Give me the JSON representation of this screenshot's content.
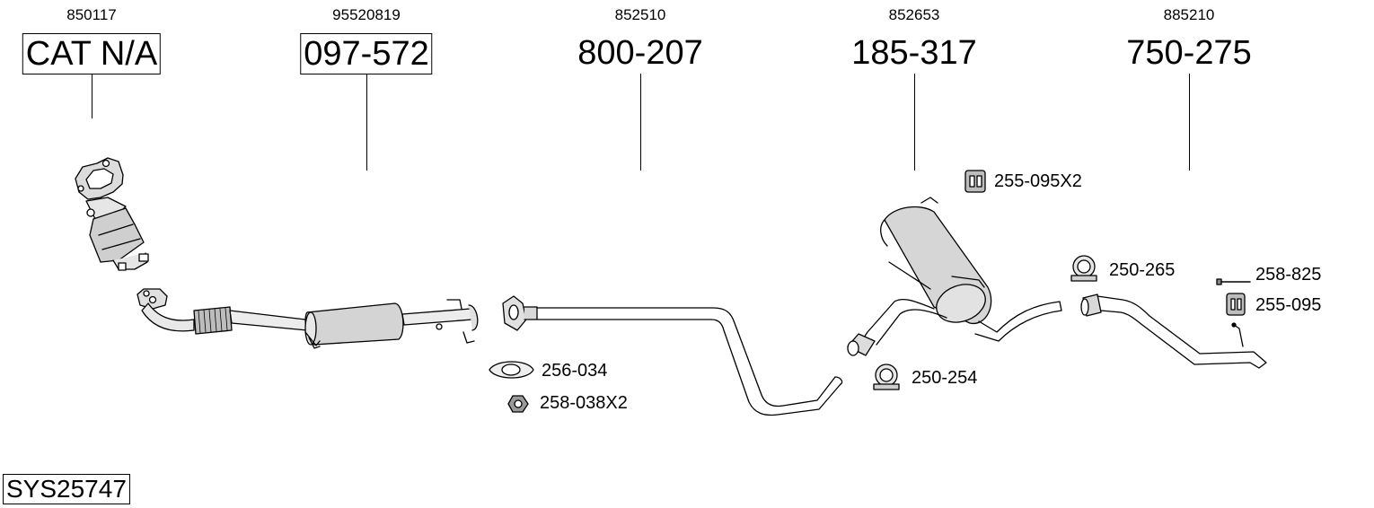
{
  "diagram": {
    "columns": [
      {
        "oem": "850117",
        "part": "CAT N/A",
        "boxed": true
      },
      {
        "oem": "95520819",
        "part": "097-572",
        "boxed": true
      },
      {
        "oem": "852510",
        "part": "800-207",
        "boxed": false
      },
      {
        "oem": "852653",
        "part": "185-317",
        "boxed": false
      },
      {
        "oem": "885210",
        "part": "750-275",
        "boxed": false
      }
    ],
    "accessories": [
      {
        "label": "256-034",
        "icon": "gasket-icon"
      },
      {
        "label": "258-038X2",
        "icon": "nut-icon"
      },
      {
        "label": "255-095X2",
        "icon": "rubber-mount-icon"
      },
      {
        "label": "250-254",
        "icon": "clamp-icon"
      },
      {
        "label": "250-265",
        "icon": "clamp-icon"
      },
      {
        "label": "258-825",
        "icon": "bolt-icon"
      },
      {
        "label": "255-095",
        "icon": "rubber-mount-icon"
      }
    ],
    "system_code": "SYS25747"
  }
}
